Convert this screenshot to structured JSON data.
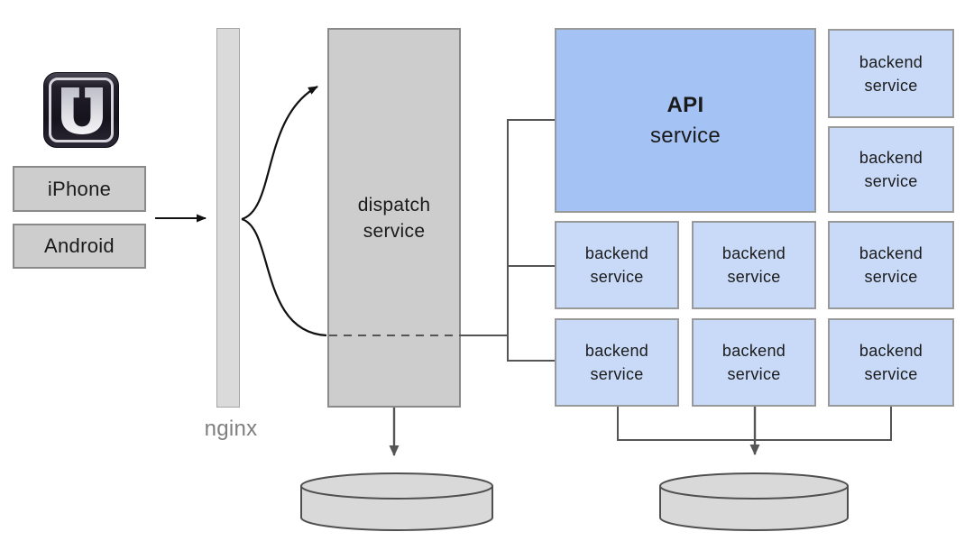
{
  "colors": {
    "background": "#ffffff",
    "gray_box_fill": "#cdcdcd",
    "gray_box_border": "#8a8a8a",
    "nginx_bar_fill": "#dadada",
    "nginx_bar_border": "#a6a6a6",
    "api_fill": "#a4c2f4",
    "backend_fill": "#c9daf8",
    "blue_border": "#999999",
    "connector": "#555555",
    "arrow_black": "#111111",
    "text": "#1a1a1a",
    "nginx_label_color": "#7f7f7f",
    "cylinder_fill": "#d9d9d9",
    "cylinder_stroke": "#4f4f4f"
  },
  "logo": {
    "icon": "uber-app-icon"
  },
  "nodes": {
    "clients": [
      {
        "label": "iPhone"
      },
      {
        "label": "Android"
      }
    ],
    "nginx": {
      "label": "nginx"
    },
    "dispatch": {
      "line1": "dispatch",
      "line2": "service"
    },
    "api": {
      "line1": "API",
      "line2": "service"
    },
    "backend": {
      "line1": "backend",
      "line2": "service"
    },
    "backend_count": 8,
    "databases": {
      "count": 2,
      "kind": "cylinder-datastore"
    }
  },
  "edges": {
    "clients_to_nginx": "arrow",
    "nginx_to_dispatch_top": "curved-arrow",
    "nginx_to_dispatch_dashed": "curved-line-to-dashed-line",
    "dispatch_to_api_and_backends": "trunk-connector",
    "dispatch_to_datastore": "down-arrow",
    "backends_to_datastore": "merged-down-arrow"
  }
}
